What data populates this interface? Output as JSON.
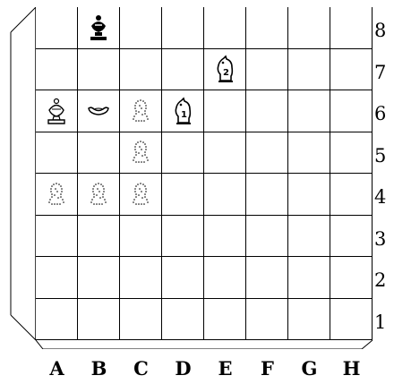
{
  "board": {
    "files": [
      "A",
      "B",
      "C",
      "D",
      "E",
      "F",
      "G",
      "H"
    ],
    "ranks": [
      "8",
      "7",
      "6",
      "5",
      "4",
      "3",
      "2",
      "1"
    ],
    "pieces": [
      {
        "square": "B8",
        "piece": "bishop",
        "color": "black",
        "icon": "black-bishop-icon"
      },
      {
        "square": "E7",
        "piece": "knight",
        "color": "white",
        "label": "2",
        "icon": "white-knight-2-icon"
      },
      {
        "square": "A6",
        "piece": "bishop",
        "color": "white",
        "icon": "white-bishop-icon"
      },
      {
        "square": "B6",
        "piece": "bishop-fallen",
        "color": "white",
        "icon": "fallen-bishop-icon"
      },
      {
        "square": "D6",
        "piece": "knight",
        "color": "white",
        "label": "1",
        "icon": "white-knight-1-icon"
      },
      {
        "square": "C6",
        "piece": "ghost",
        "icon": "dotted-ghost-icon"
      },
      {
        "square": "C5",
        "piece": "ghost",
        "icon": "dotted-ghost-icon"
      },
      {
        "square": "A4",
        "piece": "ghost",
        "icon": "dotted-ghost-icon"
      },
      {
        "square": "B4",
        "piece": "ghost",
        "icon": "dotted-ghost-icon"
      },
      {
        "square": "C4",
        "piece": "ghost",
        "icon": "dotted-ghost-icon"
      }
    ]
  }
}
